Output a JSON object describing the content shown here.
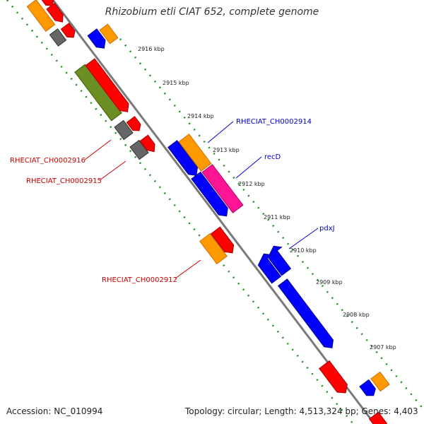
{
  "title": "Rhizobium etli CIAT 652, complete genome",
  "footer": {
    "accession": "Accession: NC_010994",
    "summary": "Topology: circular; Length: 4,513,324 bp; Genes: 4,403"
  },
  "ticks": [
    "2916 kbp",
    "2915 kbp",
    "2914 kbp",
    "2913 kbp",
    "2912 kbp",
    "2911 kbp",
    "2910 kbp",
    "2909 kbp",
    "2908 kbp",
    "2907 kbp"
  ],
  "gene_labels": {
    "ch0002914": "RHECIAT_CH0002914",
    "recD": "recD",
    "pdxJ": "pdxJ",
    "ch0002916": "RHECIAT_CH0002916",
    "ch0002915": "RHECIAT_CH0002915",
    "ch0002912": "RHECIAT_CH0002912"
  },
  "colors": {
    "backbone": "#808080",
    "dotted_track": "#228b22",
    "forward_label": "#0000cc",
    "reverse_label": "#cc0000",
    "red": "#ff0000",
    "orange": "#ff9900",
    "blue": "#0000ff",
    "magenta": "#ff1493",
    "olive": "#6b8e23",
    "gray": "#666666"
  }
}
